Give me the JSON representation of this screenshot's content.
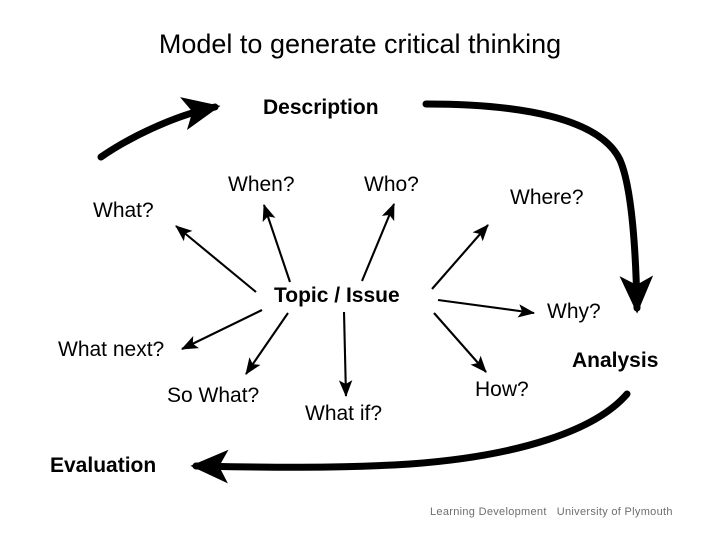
{
  "slide": {
    "title": "Model to generate critical thinking",
    "background_color": "#ffffff",
    "ink_color": "#000000"
  },
  "nodes": {
    "description": "Description",
    "when": "When?",
    "who": "Who?",
    "what": "What?",
    "where": "Where?",
    "topic": "Topic / Issue",
    "why": "Why?",
    "what_next": "What next?",
    "analysis": "Analysis",
    "so_what": "So What?",
    "how": "How?",
    "what_if": "What if?",
    "evaluation": "Evaluation"
  },
  "footer": {
    "credit": "Learning Development   University of Plymouth",
    "color": "#6e6e6e"
  },
  "chart_data": {
    "type": "diagram",
    "title": "Model to generate critical thinking",
    "center_node": "Topic / Issue",
    "stage_labels": [
      "Description",
      "Analysis",
      "Evaluation"
    ],
    "question_nodes": [
      "What?",
      "When?",
      "Who?",
      "Where?",
      "Why?",
      "How?",
      "What if?",
      "So What?",
      "What next?"
    ],
    "thin_arrows": [
      {
        "from": "Topic / Issue",
        "to": "What?"
      },
      {
        "from": "Topic / Issue",
        "to": "When?"
      },
      {
        "from": "Topic / Issue",
        "to": "Who?"
      },
      {
        "from": "Topic / Issue",
        "to": "Where?"
      },
      {
        "from": "Topic / Issue",
        "to": "Why?"
      },
      {
        "from": "Topic / Issue",
        "to": "How?"
      },
      {
        "from": "Topic / Issue",
        "to": "What if?"
      },
      {
        "from": "Topic / Issue",
        "to": "So What?"
      },
      {
        "from": "Topic / Issue",
        "to": "What next?"
      }
    ],
    "thick_arrows": [
      {
        "label": "to Description",
        "from": "lower-left",
        "to": "Description"
      },
      {
        "label": "Description to Analysis",
        "from": "Description",
        "to": "Analysis"
      },
      {
        "label": "Analysis to Evaluation",
        "from": "Analysis",
        "to": "Evaluation"
      }
    ]
  }
}
